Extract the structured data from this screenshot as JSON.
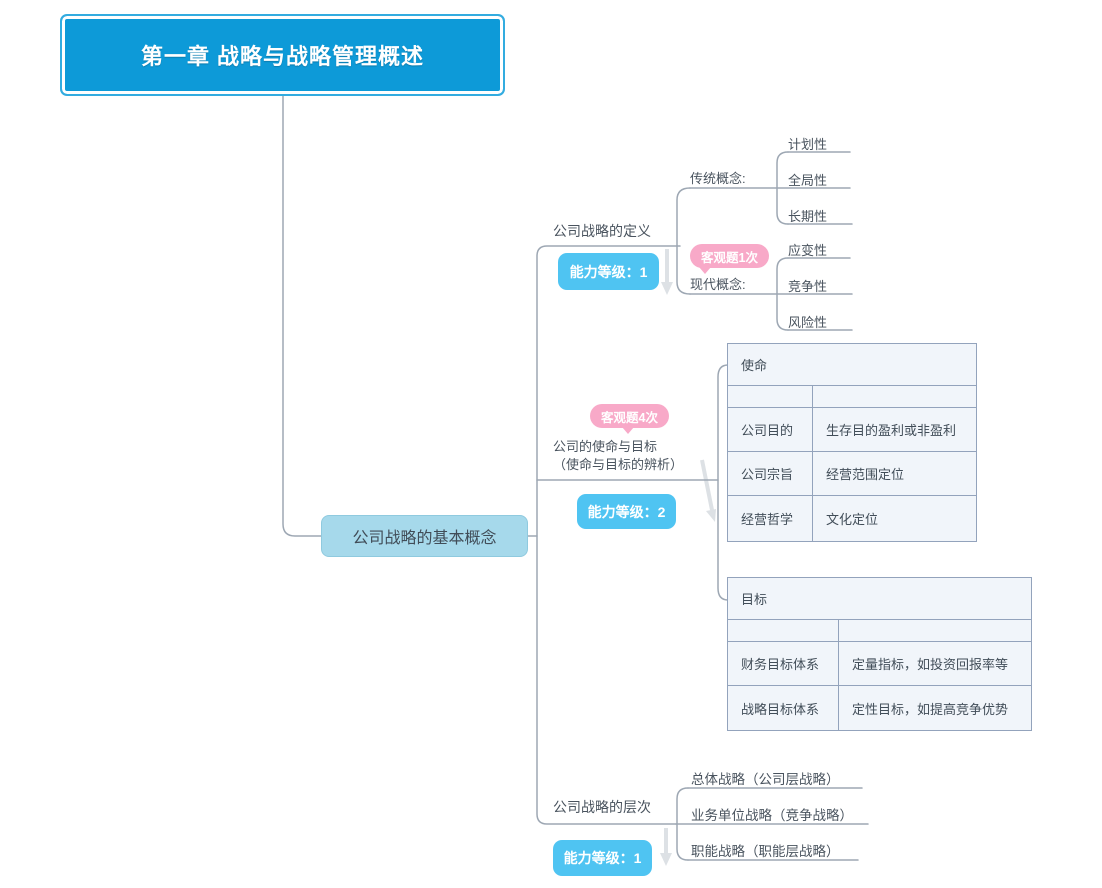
{
  "root": {
    "title": "第一章 战略与战略管理概述"
  },
  "main_topic": {
    "label": "公司战略的基本概念"
  },
  "branches": {
    "definition": {
      "label": "公司战略的定义",
      "badge": "能力等级：1",
      "children": {
        "traditional": {
          "label": "传统概念:",
          "leaves": [
            "计划性",
            "全局性",
            "长期性"
          ]
        },
        "modern": {
          "label": "现代概念:",
          "badge": "客观题1次",
          "leaves": [
            "应变性",
            "竞争性",
            "风险性"
          ]
        }
      }
    },
    "mission": {
      "badge_top": "客观题4次",
      "label_line1": "公司的使命与目标",
      "label_line2": "（使命与目标的辨析）",
      "badge_bottom": "能力等级：2",
      "tables": [
        {
          "title": "使命",
          "rows": [
            [
              "公司目的",
              "生存目的盈利或非盈利"
            ],
            [
              "公司宗旨",
              "经营范围定位"
            ],
            [
              "经营哲学",
              "文化定位"
            ]
          ]
        },
        {
          "title": "目标",
          "rows": [
            [
              "财务目标体系",
              "定量指标，如投资回报率等"
            ],
            [
              "战略目标体系",
              "定性目标，如提高竞争优势"
            ]
          ]
        }
      ]
    },
    "levels": {
      "label": "公司战略的层次",
      "badge": "能力等级：1",
      "leaves": [
        "总体战略（公司层战略）",
        "业务单位战略（竞争战略）",
        "职能战略（职能层战略）"
      ]
    }
  },
  "colors": {
    "root_blue": "#0D9AD8",
    "root_border": "#33ACE0",
    "topic_blue": "#A6D9EB",
    "badge_blue": "#4FC4F2",
    "badge_pink": "#F8A9C8",
    "line_gray": "#9DA7B3",
    "table_border": "#93A3BC",
    "table_fill": "#F1F5FA",
    "text": "#49535E"
  }
}
